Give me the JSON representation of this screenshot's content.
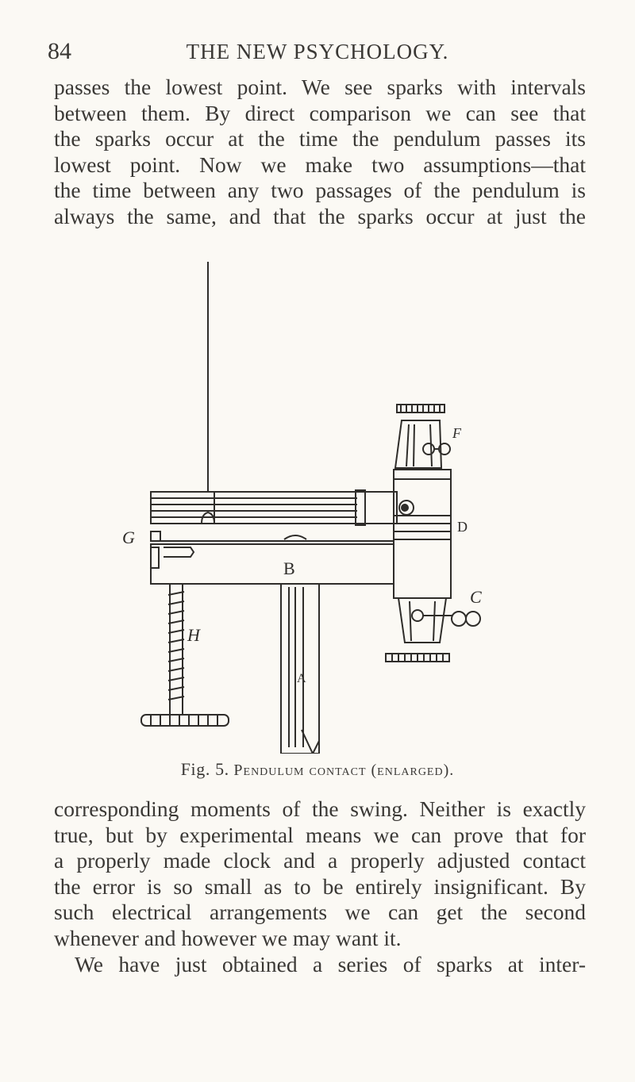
{
  "header": {
    "page_number": "84",
    "running_head": "THE NEW PSYCHOLOGY."
  },
  "para1": {
    "lines": [
      "passes the lowest point. We see sparks with intervals",
      "between them. By direct comparison we can see that",
      "the sparks occur at the time the pendulum passes its",
      "lowest point. Now we make two assumptions—that",
      "the time between any two passages of the pendulum is",
      "always the same, and that the sparks occur at just the"
    ]
  },
  "figure": {
    "labels": {
      "G": "G",
      "H": "H",
      "B": "B",
      "D": "D",
      "C": "C",
      "F": "F",
      "A": "A"
    }
  },
  "caption": {
    "fig": "Fig. 5.",
    "text": "Pendulum contact (enlarged)."
  },
  "para2": {
    "lines": [
      "corresponding moments of the swing. Neither is exactly",
      "true, but by experimental means we can prove that for",
      "a properly made clock and a properly adjusted contact",
      "the error is so small as to be entirely insignificant. By",
      "such electrical arrangements we can get the second",
      "whenever and however we may want it.",
      "We have just obtained a series of sparks at inter-"
    ]
  }
}
